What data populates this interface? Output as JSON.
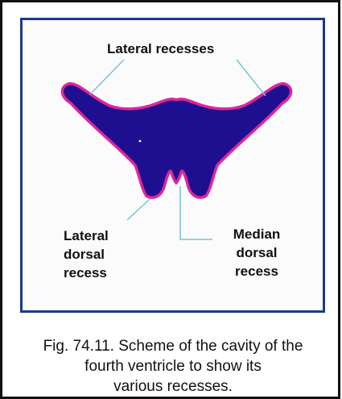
{
  "figure": {
    "labels": {
      "lateral_recesses": "Lateral recesses",
      "lateral_dorsal_recess": [
        "Lateral",
        "dorsal",
        "recess"
      ],
      "median_dorsal_recess": [
        "Median",
        "dorsal",
        "recess"
      ]
    },
    "colors": {
      "cavity_fill": "#1d0f8f",
      "cavity_outline": "#e0259c",
      "leader_line": "#76c5da",
      "panel_border": "#1b3a8c"
    }
  },
  "caption": {
    "lines": [
      "Fig. 74.11. Scheme of the cavity of the",
      "fourth ventricle to show its",
      "various recesses."
    ]
  }
}
